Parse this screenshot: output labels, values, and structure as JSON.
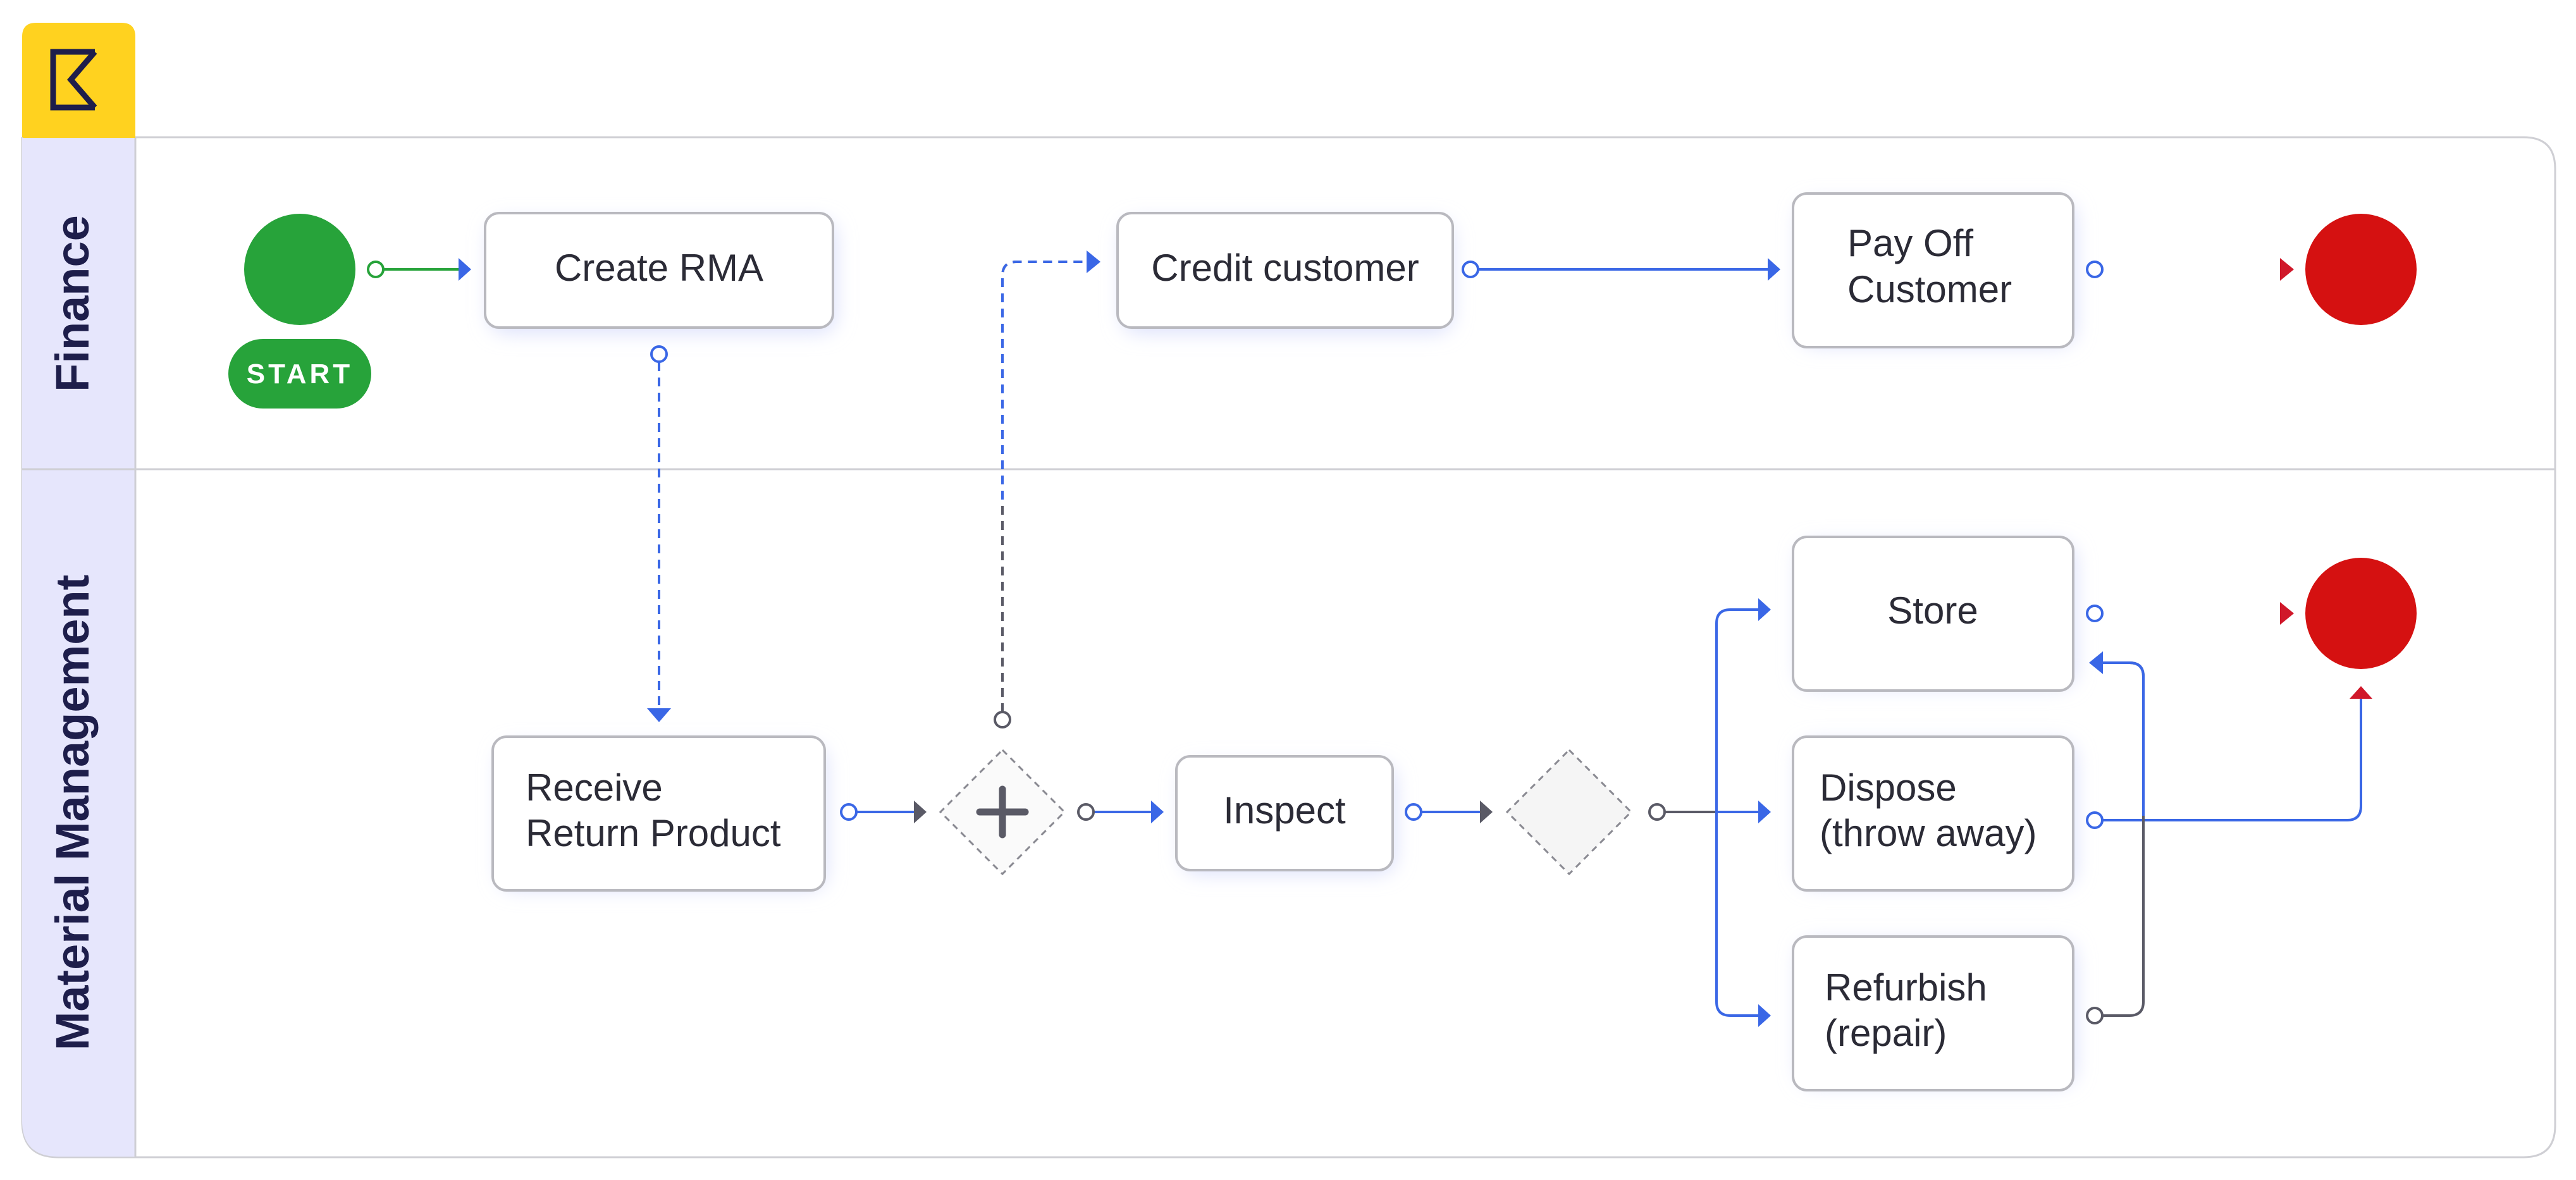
{
  "lanes": {
    "finance": {
      "label": "Finance"
    },
    "material": {
      "label": "Material Management"
    }
  },
  "start_badge": "START",
  "tasks": {
    "create_rma": [
      "Create RMA"
    ],
    "credit_customer": [
      "Credit customer"
    ],
    "pay_off": [
      "Pay Off",
      "Customer"
    ],
    "receive": [
      "Receive",
      "Return Product"
    ],
    "inspect": [
      "Inspect"
    ],
    "store": [
      "Store"
    ],
    "dispose": [
      "Dispose",
      "(throw away)"
    ],
    "refurbish": [
      "Refurbish",
      "(repair)"
    ]
  },
  "gateway_parallel_symbol": "+",
  "colors": {
    "logo_bg": "#FFD21F",
    "lane_header": "#E6E6FC",
    "lane_label": "#1E1E4B",
    "start": "#27A33A",
    "end": "#D51111",
    "flow_blue": "#3A67E6",
    "flow_gray": "#5A5A66",
    "flow_red": "#D0182A",
    "task_border": "#B9B9BF"
  },
  "icons": {
    "logo": "bracket-k-logo-icon",
    "gateway_plus": "plus-icon"
  }
}
